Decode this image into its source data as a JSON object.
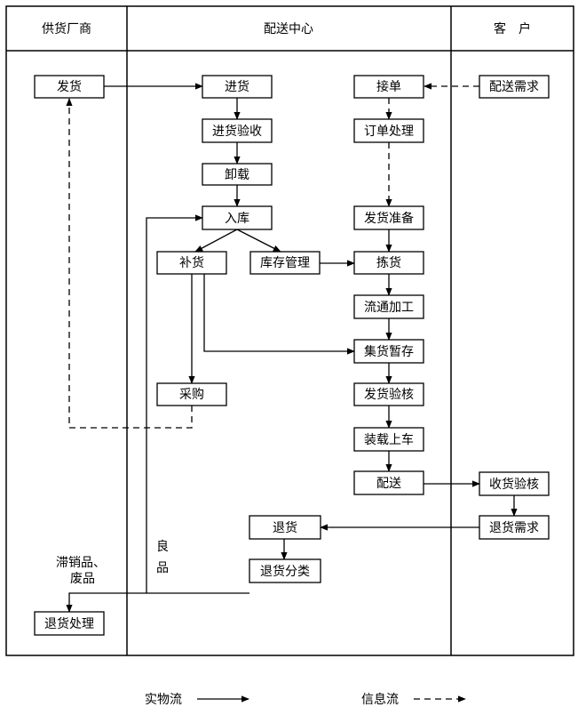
{
  "columns": {
    "supplier": "供货厂商",
    "center": "配送中心",
    "customer": "客　户"
  },
  "nodes": {
    "fahuo": "发货",
    "jinhuo": "进货",
    "jinhuo_yanshou": "进货验收",
    "xiezai": "卸载",
    "ruku": "入库",
    "buhuo": "补货",
    "kucun_guanli": "库存管理",
    "caigou": "采购",
    "jiedan": "接单",
    "dingdan_chuli": "订单处理",
    "fahuo_zhunbei": "发货准备",
    "jianhuo": "拣货",
    "liutong_jiagong": "流通加工",
    "jihuo_zancun": "集货暂存",
    "fahuo_yanhe": "发货验核",
    "zhuangzai_shangche": "装载上车",
    "peisong": "配送",
    "peisong_xuqiu": "配送需求",
    "shouhuo_yanhe": "收货验核",
    "tuihuo_xuqiu": "退货需求",
    "tuihuo": "退货",
    "tuihuo_fenlei": "退货分类",
    "tuihuo_chuli": "退货处理"
  },
  "labels": {
    "zhixiao_line1": "滞销品、",
    "zhixiao_line2": "废品",
    "liangpin_1": "良",
    "liangpin_2": "品"
  },
  "legend": {
    "physical_flow": "实物流",
    "info_flow": "信息流"
  }
}
